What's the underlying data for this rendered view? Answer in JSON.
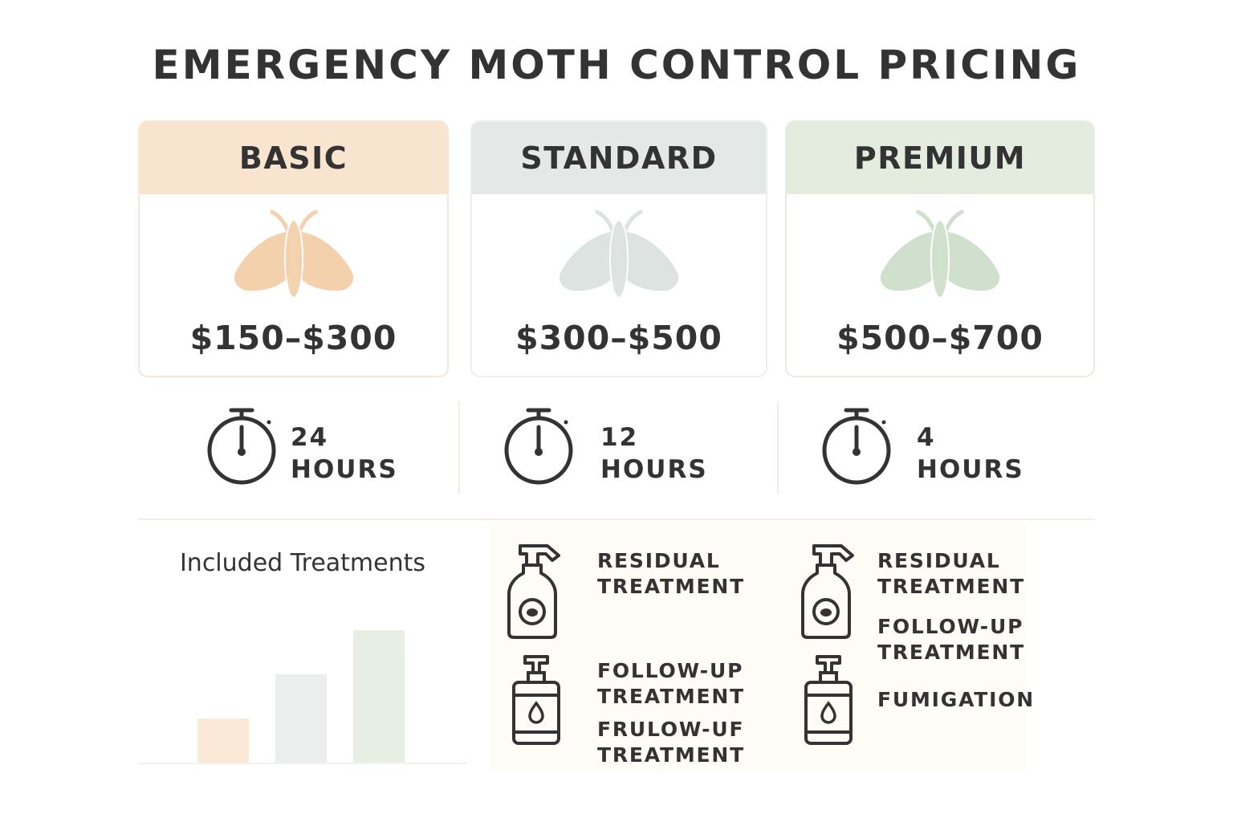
{
  "title": "EMERGENCY MOTH CONTROL PRICING",
  "plans": [
    {
      "name": "BASIC",
      "price": "$150–$300",
      "response_value": "24",
      "response_unit": "HOURS",
      "accent": "#f9e4cf",
      "tint": "#f4d1ad",
      "border": "#f7e7d6"
    },
    {
      "name": "STANDARD",
      "price": "$300–$500",
      "response_value": "12",
      "response_unit": "HOURS",
      "accent": "#e4e8e6",
      "tint": "#dde3e0",
      "border": "#ebefed"
    },
    {
      "name": "PREMIUM",
      "price": "$500–$700",
      "response_value": "4",
      "response_unit": "HOURS",
      "accent": "#e3ecdf",
      "tint": "#cfe0cc",
      "border": "#e6eee3"
    }
  ],
  "icons": {
    "plan": "moth-icon",
    "response": "stopwatch-icon",
    "spray": "spray-bottle-icon",
    "pump": "pump-bottle-icon"
  },
  "treatments": {
    "standard": [
      "RESIDUAL\nTREATMENT",
      "FOLLOW-UP\nTREATMENT",
      "FRULOW-UF\nTREATMENT"
    ],
    "premium": [
      "RESIDUAL\nTREATMENT",
      "FOLLOW-UP\nTREATMENT",
      "FUMIGATION"
    ]
  },
  "chart_data": {
    "type": "bar",
    "title": "Included Treatments",
    "categories": [
      "",
      "",
      ""
    ],
    "values": [
      1,
      2,
      3
    ],
    "colors": [
      "#fbe9d8",
      "#eceeed",
      "#e7efe5"
    ],
    "xlabel": "",
    "ylabel": "",
    "ylim": [
      0,
      3.6
    ],
    "grid": false
  }
}
